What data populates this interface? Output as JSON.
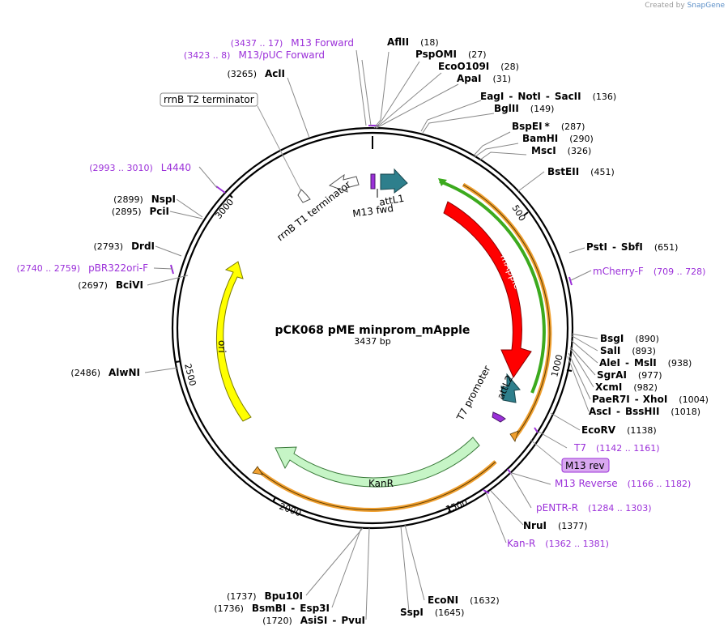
{
  "credit": {
    "prefix": "Created by",
    "brand": "SnapGene"
  },
  "plasmid": {
    "name": "pCK068 pME minprom_mApple",
    "length": "3437 bp"
  },
  "ticks": [
    "500",
    "1000",
    "1500",
    "2000",
    "2500",
    "3000"
  ],
  "features": {
    "mApple": "mApple",
    "ori": "ori",
    "KanR": "KanR",
    "attL1": "attL1",
    "attL2": "attL2",
    "m13fwd": "M13 fwd",
    "rrnbT1": "rrnB T1 terminator",
    "t7promoter": "T7 promoter",
    "rrnbT2box": "rrnB T2 terminator",
    "m13revbox": "M13 rev"
  },
  "enzymes": [
    {
      "id": "aflii",
      "name": "AflII",
      "pos": "(18)"
    },
    {
      "id": "pspomi",
      "name": "PspOMI",
      "pos": "(27)"
    },
    {
      "id": "eco0109i",
      "name": "EcoO109I",
      "pos": "(28)"
    },
    {
      "id": "apai",
      "name": "ApaI",
      "pos": "(31)"
    },
    {
      "id": "eagi",
      "name": "EagI",
      "sep1": "-",
      "name2": "NotI",
      "sep2": "-",
      "name3": "SacII",
      "pos": "(136)"
    },
    {
      "id": "bglii",
      "name": "BglII",
      "pos": "(149)"
    },
    {
      "id": "bspei",
      "name": "BspEI",
      "star": "*",
      "pos": "(287)"
    },
    {
      "id": "bamhi",
      "name": "BamHI",
      "pos": "(290)"
    },
    {
      "id": "msci",
      "name": "MscI",
      "pos": "(326)"
    },
    {
      "id": "bsteii",
      "name": "BstEII",
      "pos": "(451)"
    },
    {
      "id": "psti",
      "name": "PstI",
      "sep1": "-",
      "name2": "SbfI",
      "pos": "(651)"
    },
    {
      "id": "bsgi",
      "name": "BsgI",
      "pos": "(890)"
    },
    {
      "id": "sali",
      "name": "SalI",
      "pos": "(893)"
    },
    {
      "id": "alei",
      "name": "AleI",
      "sep1": "-",
      "name2": "MslI",
      "pos": "(938)"
    },
    {
      "id": "sgrai",
      "name": "SgrAI",
      "pos": "(977)"
    },
    {
      "id": "xcmi",
      "name": "XcmI",
      "pos": "(982)"
    },
    {
      "id": "paer7i",
      "name": "PaeR7I",
      "sep1": "-",
      "name2": "XhoI",
      "pos": "(1004)"
    },
    {
      "id": "asci",
      "name": "AscI",
      "sep1": "-",
      "name2": "BssHII",
      "pos": "(1018)"
    },
    {
      "id": "ecorv",
      "name": "EcoRV",
      "pos": "(1138)"
    },
    {
      "id": "nrui",
      "name": "NruI",
      "pos": "(1377)"
    },
    {
      "id": "econi",
      "name": "EcoNI",
      "pos": "(1632)"
    },
    {
      "id": "sspi",
      "name": "SspI",
      "pos": "(1645)"
    },
    {
      "id": "bpu10i",
      "name": "Bpu10I",
      "pos": "(1737)"
    },
    {
      "id": "bsmbi",
      "name": "BsmBI",
      "sep1": "-",
      "name2": "Esp3I",
      "pos": "(1736)"
    },
    {
      "id": "asisi",
      "name": "AsiSI",
      "sep1": "-",
      "name2": "PvuI",
      "pos": "(1720)"
    },
    {
      "id": "alwni",
      "name": "AlwNI",
      "pos": "(2486)"
    },
    {
      "id": "bcivi",
      "name": "BciVI",
      "pos": "(2697)"
    },
    {
      "id": "drdi",
      "name": "DrdI",
      "pos": "(2793)"
    },
    {
      "id": "pcii",
      "name": "PciI",
      "pos": "(2895)"
    },
    {
      "id": "nspi",
      "name": "NspI",
      "pos": "(2899)"
    },
    {
      "id": "acli",
      "name": "AclI",
      "pos": "(3265)"
    }
  ],
  "primers": [
    {
      "id": "m13fwd",
      "range": "(3437 .. 17)",
      "name": "M13 Forward"
    },
    {
      "id": "m13puc",
      "range": "(3423 .. 8)",
      "name": "M13/pUC Forward"
    },
    {
      "id": "l4440",
      "range": "(2993 .. 3010)",
      "name": "L4440"
    },
    {
      "id": "pbr322",
      "range": "(2740 .. 2759)",
      "name": "pBR322ori-F"
    },
    {
      "id": "mcherry",
      "name": "mCherry-F",
      "range": "(709 .. 728)"
    },
    {
      "id": "t7",
      "name": "T7",
      "range": "(1142 .. 1161)"
    },
    {
      "id": "m13rev",
      "name": "M13 Reverse",
      "range": "(1166 .. 1182)"
    },
    {
      "id": "pentr",
      "name": "pENTR-R",
      "range": "(1284 .. 1303)"
    },
    {
      "id": "kanr",
      "name": "Kan-R",
      "range": "(1362 .. 1381)"
    }
  ],
  "colors": {
    "mApple": "#ff0000",
    "ori": "#ffff00",
    "KanR": "#c6f5c6",
    "attL": "#2e7f8c",
    "primer": "#9b30d9",
    "orangeArc": "#f0a030",
    "greenArc": "#3caa1e"
  }
}
